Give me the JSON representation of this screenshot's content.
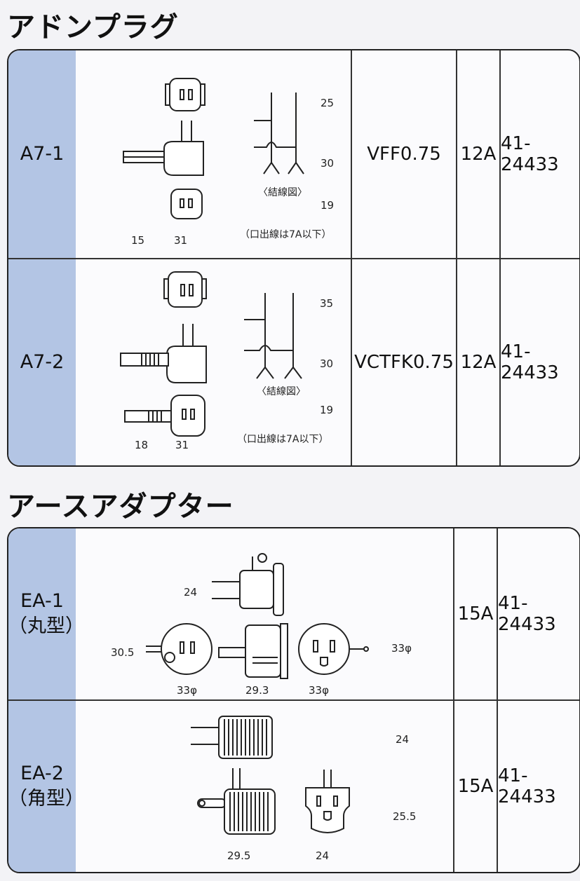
{
  "sections": [
    {
      "title": "アドンプラグ",
      "rows": [
        {
          "model": "A7-1",
          "dims": [
            "25",
            "30",
            "19",
            "15",
            "31"
          ],
          "wiring_label": "〈結線図〉",
          "note": "（口出線は7A以下）",
          "cord": "VFF0.75",
          "rating": "12A",
          "code": "41-24433"
        },
        {
          "model": "A7-2",
          "dims": [
            "35",
            "30",
            "19",
            "18",
            "31"
          ],
          "wiring_label": "〈結線図〉",
          "note": "（口出線は7A以下）",
          "cord": "VCTFK0.75",
          "rating": "12A",
          "code": "41-24433"
        }
      ]
    },
    {
      "title": "アースアダプター",
      "rows": [
        {
          "model_line1": "EA-1",
          "model_line2": "（丸型）",
          "dims": [
            "24",
            "30.5",
            "33φ",
            "29.3",
            "33φ",
            "33φ"
          ],
          "rating": "15A",
          "code": "41-24433"
        },
        {
          "model_line1": "EA-2",
          "model_line2": "（角型）",
          "dims": [
            "24",
            "25.5",
            "29.5",
            "24"
          ],
          "rating": "15A",
          "code": "41-24433"
        }
      ]
    }
  ]
}
